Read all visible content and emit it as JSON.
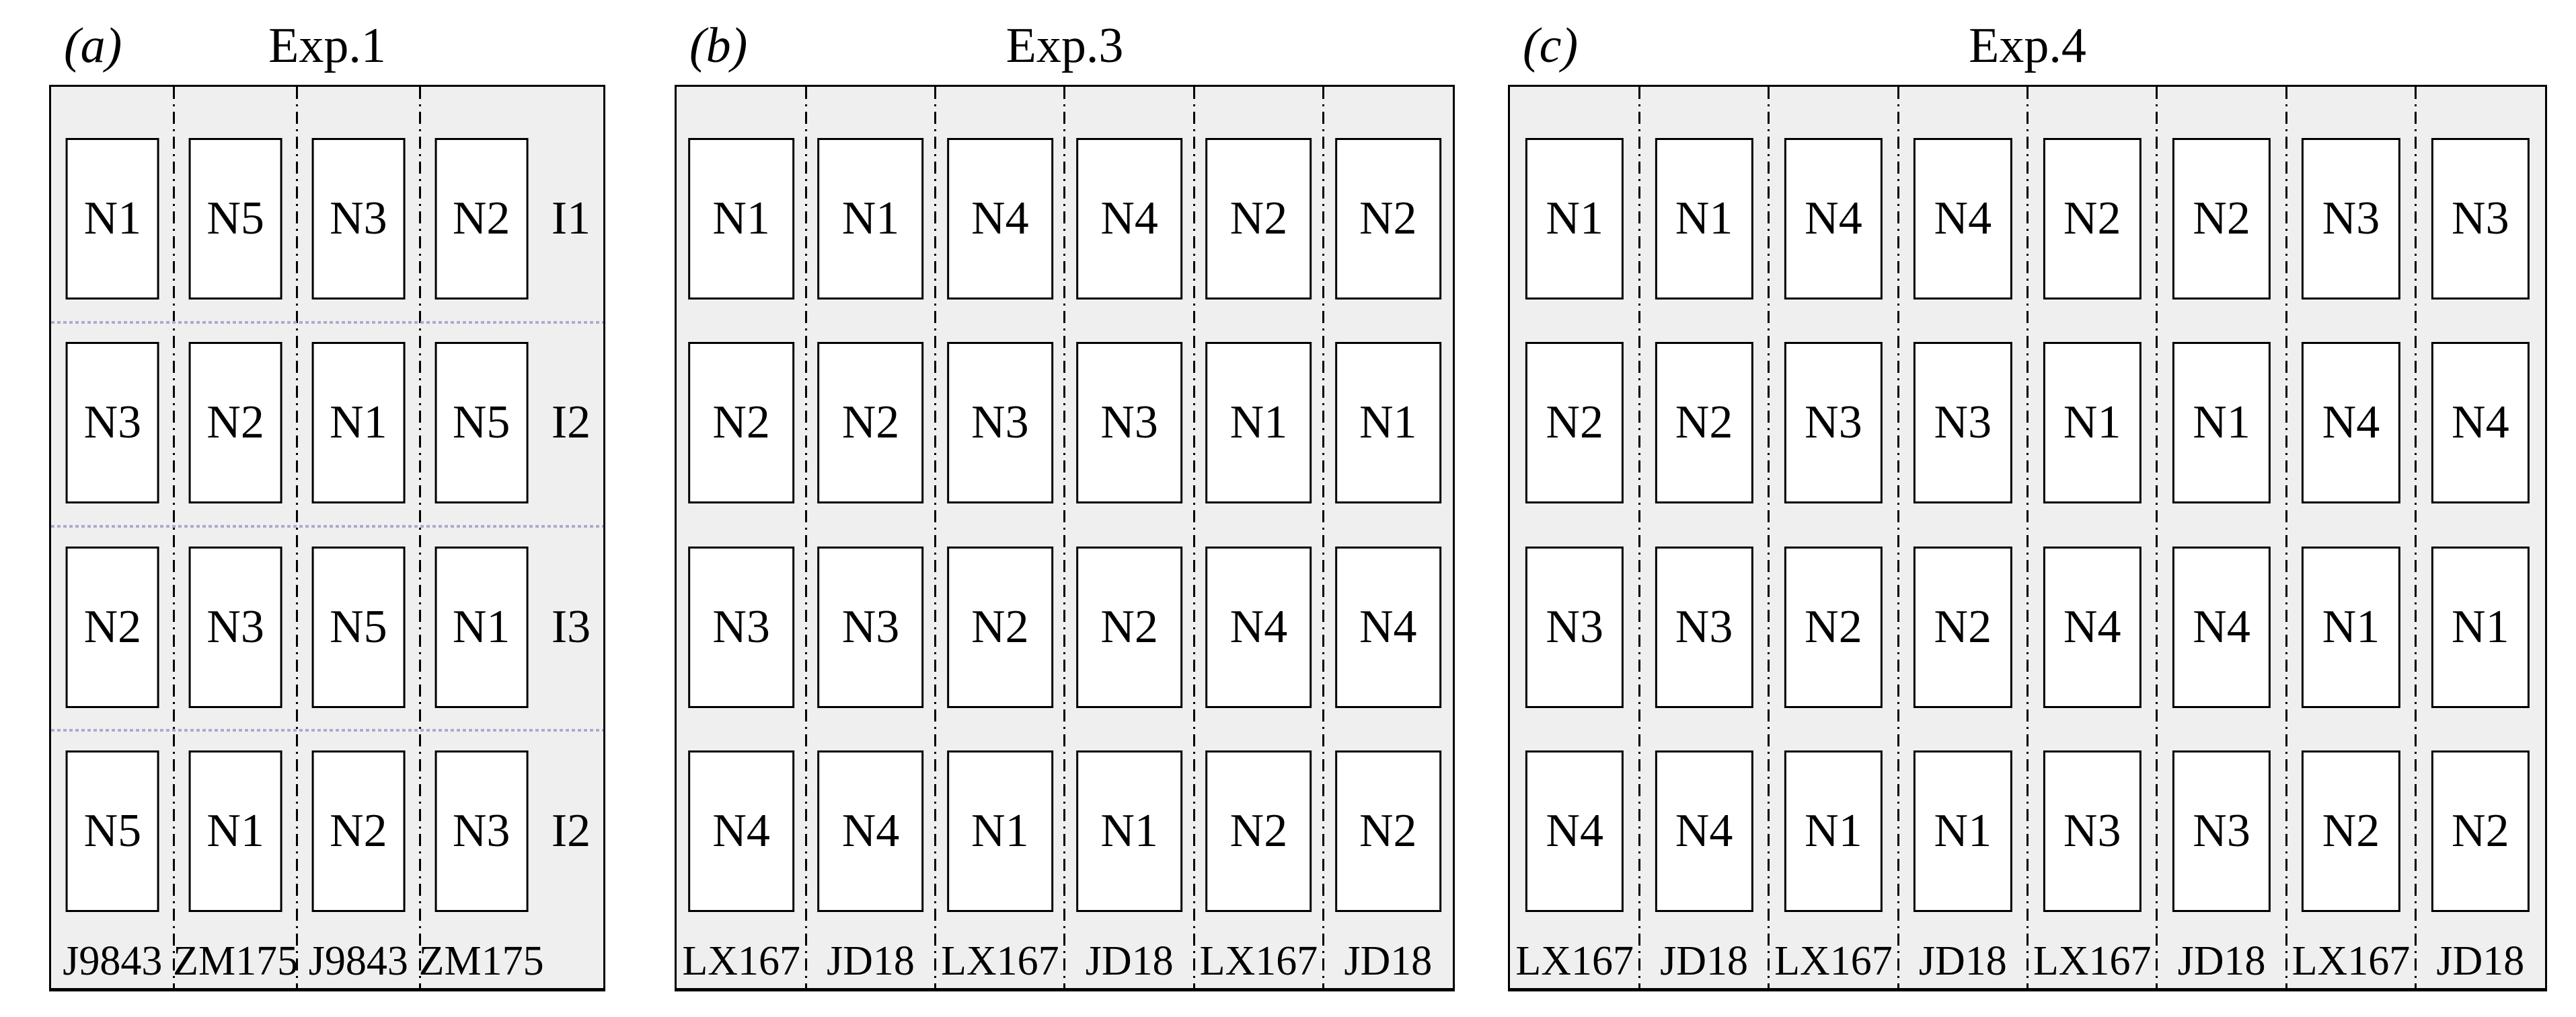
{
  "figure": {
    "panels": [
      {
        "id": "a",
        "label": "(a)",
        "title": "Exp.1",
        "columns": 4,
        "rows": [
          [
            "N1",
            "N5",
            "N3",
            "N2"
          ],
          [
            "N3",
            "N2",
            "N1",
            "N5"
          ],
          [
            "N2",
            "N3",
            "N5",
            "N1"
          ],
          [
            "N5",
            "N1",
            "N2",
            "N3"
          ]
        ],
        "row_labels": [
          "I1",
          "I2",
          "I3",
          "I2"
        ],
        "bottom_labels": [
          "J9843",
          "ZM175",
          "J9843",
          "ZM175"
        ],
        "has_row_separators": true
      },
      {
        "id": "b",
        "label": "(b)",
        "title": "Exp.3",
        "columns": 6,
        "rows": [
          [
            "N1",
            "N1",
            "N4",
            "N4",
            "N2",
            "N2"
          ],
          [
            "N2",
            "N2",
            "N3",
            "N3",
            "N1",
            "N1"
          ],
          [
            "N3",
            "N3",
            "N2",
            "N2",
            "N4",
            "N4"
          ],
          [
            "N4",
            "N4",
            "N1",
            "N1",
            "N2",
            "N2"
          ]
        ],
        "row_labels": null,
        "bottom_labels": [
          "LX167",
          "JD18",
          "LX167",
          "JD18",
          "LX167",
          "JD18"
        ],
        "has_row_separators": false
      },
      {
        "id": "c",
        "label": "(c)",
        "title": "Exp.4",
        "columns": 8,
        "rows": [
          [
            "N1",
            "N1",
            "N4",
            "N4",
            "N2",
            "N2",
            "N3",
            "N3"
          ],
          [
            "N2",
            "N2",
            "N3",
            "N3",
            "N1",
            "N1",
            "N4",
            "N4"
          ],
          [
            "N3",
            "N3",
            "N2",
            "N2",
            "N4",
            "N4",
            "N1",
            "N1"
          ],
          [
            "N4",
            "N4",
            "N1",
            "N1",
            "N3",
            "N3",
            "N2",
            "N2"
          ]
        ],
        "row_labels": null,
        "bottom_labels": [
          "LX167",
          "JD18",
          "LX167",
          "JD18",
          "LX167",
          "JD18",
          "LX167",
          "JD18"
        ],
        "has_row_separators": false
      }
    ],
    "colors": {
      "panel_bg": "#efefef",
      "plot_bg": "#ffffff",
      "line": "#000000",
      "row_separator": "#b2a8cd"
    }
  }
}
